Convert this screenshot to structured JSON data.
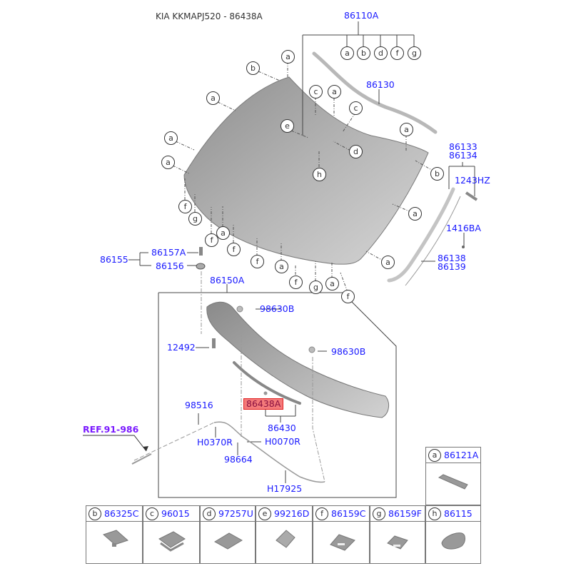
{
  "title": "KIA KKMAPJ520 - 86438A",
  "highlighted_part": "86438A",
  "parts": {
    "p86110A": "86110A",
    "p86130": "86130",
    "p86133": "86133",
    "p86134": "86134",
    "p1243HZ": "1243HZ",
    "p1416BA": "1416BA",
    "p86138": "86138",
    "p86139": "86139",
    "p86155": "86155",
    "p86157A": "86157A",
    "p86156": "86156",
    "p86150A": "86150A",
    "p98630B_1": "98630B",
    "p98630B_2": "98630B",
    "p12492": "12492",
    "p86438A": "86438A",
    "p86430": "86430",
    "p98516": "98516",
    "pH0370R": "H0370R",
    "pH0070R": "H0070R",
    "p98664": "98664",
    "pH17925": "H17925"
  },
  "reference": "REF.91-986",
  "group_86110A_letters": [
    "a",
    "b",
    "d",
    "f",
    "g"
  ],
  "callouts": [
    {
      "letter": "a",
      "id": "c1"
    },
    {
      "letter": "b",
      "id": "c2"
    },
    {
      "letter": "a",
      "id": "c3"
    },
    {
      "letter": "a",
      "id": "c4"
    },
    {
      "letter": "a",
      "id": "c5"
    },
    {
      "letter": "c",
      "id": "c6"
    },
    {
      "letter": "a",
      "id": "c7"
    },
    {
      "letter": "c",
      "id": "c8"
    },
    {
      "letter": "e",
      "id": "c9"
    },
    {
      "letter": "d",
      "id": "c10"
    },
    {
      "letter": "h",
      "id": "c11"
    },
    {
      "letter": "a",
      "id": "c12"
    },
    {
      "letter": "b",
      "id": "c13"
    },
    {
      "letter": "a",
      "id": "c14"
    },
    {
      "letter": "a",
      "id": "c15"
    },
    {
      "letter": "f",
      "id": "c16"
    },
    {
      "letter": "g",
      "id": "c17"
    },
    {
      "letter": "f",
      "id": "c18"
    },
    {
      "letter": "a",
      "id": "c19"
    },
    {
      "letter": "f",
      "id": "c20"
    },
    {
      "letter": "f",
      "id": "c21"
    },
    {
      "letter": "a",
      "id": "c22"
    },
    {
      "letter": "f",
      "id": "c23"
    },
    {
      "letter": "g",
      "id": "c24"
    },
    {
      "letter": "a",
      "id": "c25"
    },
    {
      "letter": "f",
      "id": "c26"
    }
  ],
  "legend": [
    {
      "letter": "a",
      "part": "86121A"
    },
    {
      "letter": "b",
      "part": "86325C"
    },
    {
      "letter": "c",
      "part": "96015"
    },
    {
      "letter": "d",
      "part": "97257U"
    },
    {
      "letter": "e",
      "part": "99216D"
    },
    {
      "letter": "f",
      "part": "86159C"
    },
    {
      "letter": "g",
      "part": "86159F"
    },
    {
      "letter": "h",
      "part": "86115"
    }
  ],
  "colors": {
    "part_number": "#1a1aff",
    "reference": "#7a1aff",
    "highlight_bg": "#f47a7a",
    "highlight_border": "#e02020"
  }
}
